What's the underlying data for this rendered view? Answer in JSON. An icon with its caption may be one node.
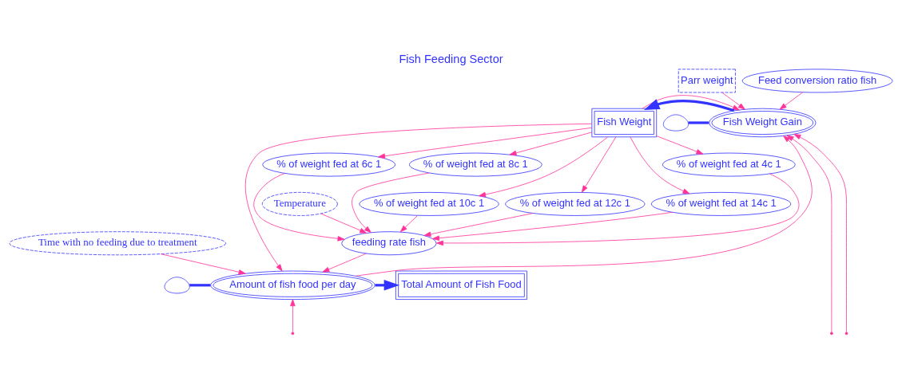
{
  "diagram": {
    "title": "Fish Feeding Sector",
    "nodes": [
      {
        "text": [
          "Fish Weight"
        ]
      },
      {
        "text": [
          "Fish Weight Gain"
        ]
      },
      {
        "text": [],
        "shape": "cloud"
      },
      {
        "text": [
          "% of weight fed at 4c 1"
        ]
      },
      {
        "text": [
          "% of weight fed at 6c 1"
        ]
      },
      {
        "text": [
          "% of weight fed at 8c 1"
        ]
      },
      {
        "text": [
          "% of weight fed at 10c 1"
        ]
      },
      {
        "text": [
          "% of weight fed at 12c 1"
        ]
      },
      {
        "text": [
          "% of weight fed at 14c 1"
        ]
      },
      {
        "text": [
          "feeding rate fish"
        ]
      },
      {
        "text": [
          "Temperature"
        ]
      },
      {
        "text": [
          "Parr weight"
        ]
      },
      {
        "text": [
          "Feed conversion ratio fish"
        ]
      },
      {
        "text": [
          "Time with no feeding due to treatment"
        ]
      },
      {
        "text": [
          "Total Amount of Fish Food"
        ]
      },
      {
        "text": [
          "Amount of fish food per day"
        ]
      },
      {
        "text": [],
        "shape": "cloud"
      }
    ],
    "edges": [
      {
        "from": 2,
        "to": 1,
        "arrow": "none",
        "style": "thick",
        "color": "#3333ff"
      },
      {
        "from": 1,
        "to": 0,
        "arrow": "to",
        "style": "thick",
        "color": "#3333ff"
      },
      {
        "from": 0,
        "to": 1,
        "arrow": "to"
      },
      {
        "from": 0,
        "to": 3,
        "arrow": "to"
      },
      {
        "from": 0,
        "to": 4,
        "arrow": "to"
      },
      {
        "from": 0,
        "to": 5,
        "arrow": "to"
      },
      {
        "from": 0,
        "to": 6,
        "arrow": "to"
      },
      {
        "from": 0,
        "to": 7,
        "arrow": "to"
      },
      {
        "from": 0,
        "to": 8,
        "arrow": "to"
      },
      {
        "from": 3,
        "to": 9,
        "arrow": "to"
      },
      {
        "from": 4,
        "to": 9,
        "arrow": "to"
      },
      {
        "from": 5,
        "to": 9,
        "arrow": "to"
      },
      {
        "from": 6,
        "to": 9,
        "arrow": "to"
      },
      {
        "from": 7,
        "to": 9,
        "arrow": "to"
      },
      {
        "from": 8,
        "to": 9,
        "arrow": "to"
      },
      {
        "from": 10,
        "to": 9,
        "arrow": "to"
      },
      {
        "from": 12,
        "to": 1,
        "arrow": "to"
      },
      {
        "from": 11,
        "to": 1,
        "arrow": "to"
      },
      {
        "from": null,
        "to": 1,
        "arrow": "to"
      },
      {
        "from": null,
        "to": 1,
        "arrow": "to"
      },
      {
        "from": 15,
        "to": 1,
        "arrow": "to"
      },
      {
        "from": 0,
        "to": 15,
        "arrow": "to"
      },
      {
        "from": 9,
        "to": 15,
        "arrow": "to"
      },
      {
        "from": 13,
        "to": 15,
        "arrow": "to"
      },
      {
        "from": null,
        "to": 15,
        "arrow": "to"
      },
      {
        "from": 16,
        "to": 15,
        "arrow": "none",
        "style": "thick",
        "color": "#3333ff"
      },
      {
        "from": 15,
        "to": 14,
        "arrow": "to",
        "style": "thick",
        "color": "#3333ff"
      }
    ]
  }
}
